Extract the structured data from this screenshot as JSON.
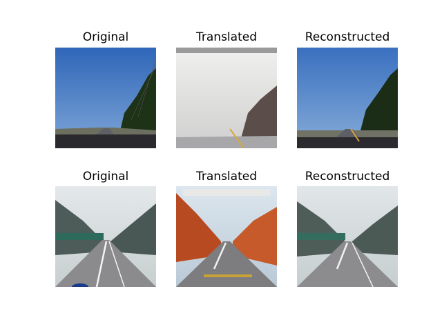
{
  "rows": [
    {
      "titles": [
        "Original",
        "Translated",
        "Reconstructed"
      ],
      "scenes": [
        "clear-sky-road",
        "snowy-road",
        "clear-sky-road-reconstructed"
      ]
    },
    {
      "titles": [
        "Original",
        "Translated",
        "Reconstructed"
      ],
      "scenes": [
        "foggy-road",
        "autumn-road",
        "foggy-road-reconstructed"
      ]
    }
  ],
  "colors": {
    "sky_blue": "#3f78c8",
    "snow_white": "#ececec",
    "fog_gray": "#c9d2d3",
    "autumn_red": "#b84a22",
    "road_gray": "#8a8a8e"
  }
}
